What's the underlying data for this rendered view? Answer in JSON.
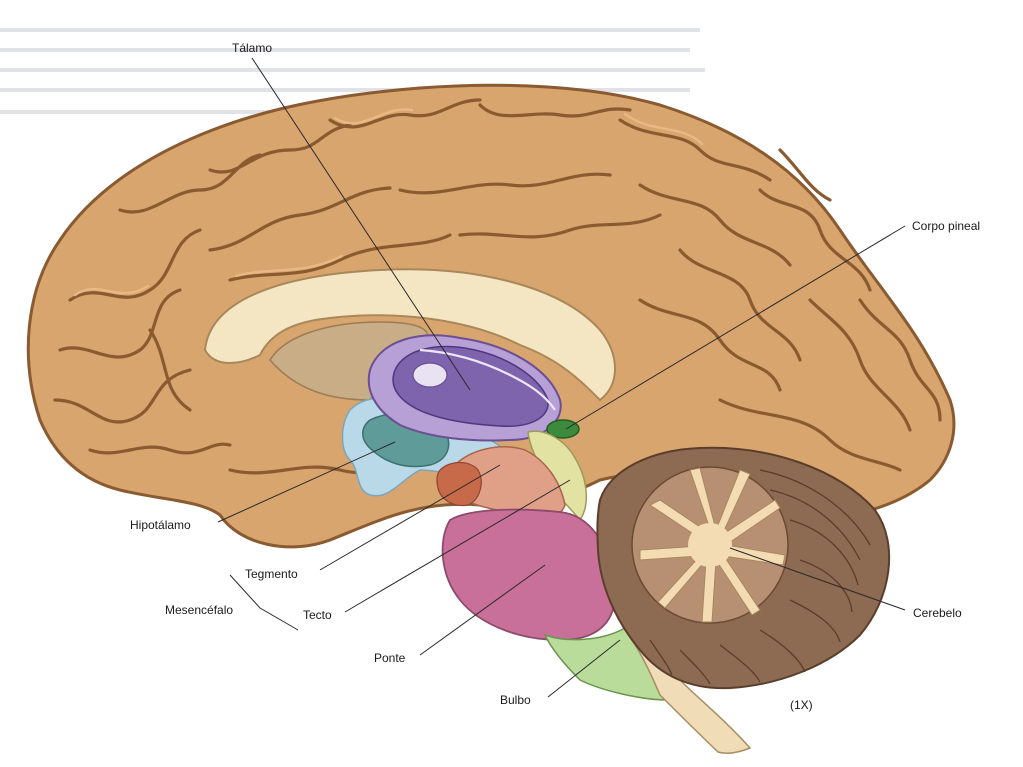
{
  "labels": {
    "talamo": "Tálamo",
    "corpo_pineal": "Corpo pineal",
    "hipotalamo": "Hipotálamo",
    "tegmento": "Tegmento",
    "mesencefalo": "Mesencéfalo",
    "tecto": "Tecto",
    "ponte": "Ponte",
    "bulbo": "Bulbo",
    "cerebelo": "Cerebelo",
    "magnification": "(1X)"
  },
  "colors": {
    "cortex": "#d9a56e",
    "cortex_dark": "#8a5a30",
    "corpus_callosum": "#f5e6c3",
    "thalamus": "#b7a0d6",
    "hypothalamus": "#5f9b98",
    "ventricle": "#b9d9e8",
    "tegmentum": "#e0a088",
    "tectum": "#e2e2a2",
    "pineal": "#3c8a3c",
    "pons": "#c9709a",
    "medulla": "#b9dc9a",
    "cerebellum": "#8d6a52",
    "arbor_vitae": "#f3dcb3"
  }
}
